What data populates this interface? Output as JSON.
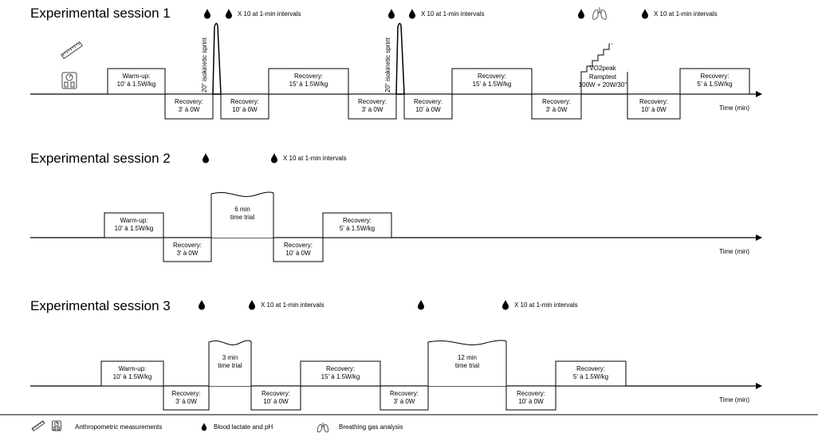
{
  "sessions": [
    {
      "title": "Experimental session 1",
      "time_label": "Time (min)",
      "annotations": [
        {
          "icons": [
            "drop"
          ],
          "text": ""
        },
        {
          "icons": [
            "drop"
          ],
          "text": "X 10 at 1-min intervals"
        },
        {
          "icons": [
            "drop"
          ],
          "text": ""
        },
        {
          "icons": [
            "drop"
          ],
          "text": "X 10 at 1-min intervals"
        },
        {
          "icons": [
            "drop",
            "lungs"
          ],
          "text": ""
        },
        {
          "icons": [
            "drop"
          ],
          "text": "X 10 at 1-min intervals"
        }
      ],
      "segments": [
        {
          "kind": "above",
          "lines": [
            "Warm-up:",
            "10' à 1.5W/kg"
          ]
        },
        {
          "kind": "below",
          "lines": [
            "Recovery:",
            "3' à 0W"
          ]
        },
        {
          "kind": "sprint",
          "label": "20'' isokinetic sprint"
        },
        {
          "kind": "below",
          "lines": [
            "Recovery:",
            "10' à 0W"
          ]
        },
        {
          "kind": "above",
          "lines": [
            "Recovery:",
            "15' à 1.5W/kg"
          ]
        },
        {
          "kind": "below",
          "lines": [
            "Recovery:",
            "3' à 0W"
          ]
        },
        {
          "kind": "sprint",
          "label": "20'' isokinetic sprint"
        },
        {
          "kind": "below",
          "lines": [
            "Recovery:",
            "10' à 0W"
          ]
        },
        {
          "kind": "above",
          "lines": [
            "Recovery:",
            "15' à 1.5W/kg"
          ]
        },
        {
          "kind": "below",
          "lines": [
            "Recovery:",
            "3' à 0W"
          ]
        },
        {
          "kind": "ramp",
          "lines": [
            "VO2peak",
            "Ramptest",
            "100W + 20W/30''"
          ]
        },
        {
          "kind": "below",
          "lines": [
            "Recovery:",
            "10' à 0W"
          ]
        },
        {
          "kind": "above",
          "lines": [
            "Recovery:",
            "5' à 1.5W/kg"
          ]
        }
      ]
    },
    {
      "title": "Experimental session 2",
      "time_label": "Time (min)",
      "annotations": [
        {
          "icons": [
            "drop"
          ],
          "text": ""
        },
        {
          "icons": [
            "drop"
          ],
          "text": "X 10 at 1-min intervals"
        }
      ],
      "segments": [
        {
          "kind": "above",
          "lines": [
            "Warm-up:",
            "10' à 1.5W/kg"
          ]
        },
        {
          "kind": "below",
          "lines": [
            "Recovery:",
            "3' à 0W"
          ]
        },
        {
          "kind": "trial",
          "lines": [
            "6 min",
            "time trial"
          ]
        },
        {
          "kind": "below",
          "lines": [
            "Recovery:",
            "10' à 0W"
          ]
        },
        {
          "kind": "above",
          "lines": [
            "Recovery:",
            "5' à 1.5W/kg"
          ]
        }
      ]
    },
    {
      "title": "Experimental session 3",
      "time_label": "Time (min)",
      "annotations": [
        {
          "icons": [
            "drop"
          ],
          "text": ""
        },
        {
          "icons": [
            "drop"
          ],
          "text": "X 10 at 1-min intervals"
        },
        {
          "icons": [
            "drop"
          ],
          "text": ""
        },
        {
          "icons": [
            "drop"
          ],
          "text": "X 10 at 1-min intervals"
        }
      ],
      "segments": [
        {
          "kind": "above",
          "lines": [
            "Warm-up:",
            "10' à 1.5W/kg"
          ]
        },
        {
          "kind": "below",
          "lines": [
            "Recovery:",
            "3' à 0W"
          ]
        },
        {
          "kind": "trial",
          "lines": [
            "3 min",
            "time trial"
          ]
        },
        {
          "kind": "below",
          "lines": [
            "Recovery:",
            "10' à 0W"
          ]
        },
        {
          "kind": "above",
          "lines": [
            "Recovery:",
            "15' à 1.5W/kg"
          ]
        },
        {
          "kind": "below",
          "lines": [
            "Recovery:",
            "3' à 0W"
          ]
        },
        {
          "kind": "trial",
          "lines": [
            "12 min",
            "time trial"
          ]
        },
        {
          "kind": "below",
          "lines": [
            "Recovery:",
            "10' à 0W"
          ]
        },
        {
          "kind": "above",
          "lines": [
            "Recovery:",
            "5' à 1.5W/kg"
          ]
        }
      ]
    }
  ],
  "legend": [
    {
      "icons": [
        "ruler",
        "scale"
      ],
      "text": "Anthropometric measurements"
    },
    {
      "icons": [
        "drop"
      ],
      "text": "Blood lactate and pH"
    },
    {
      "icons": [
        "lungs"
      ],
      "text": "Breathing gas analysis"
    }
  ],
  "session1_top_icons": [
    "ruler",
    "scale"
  ]
}
